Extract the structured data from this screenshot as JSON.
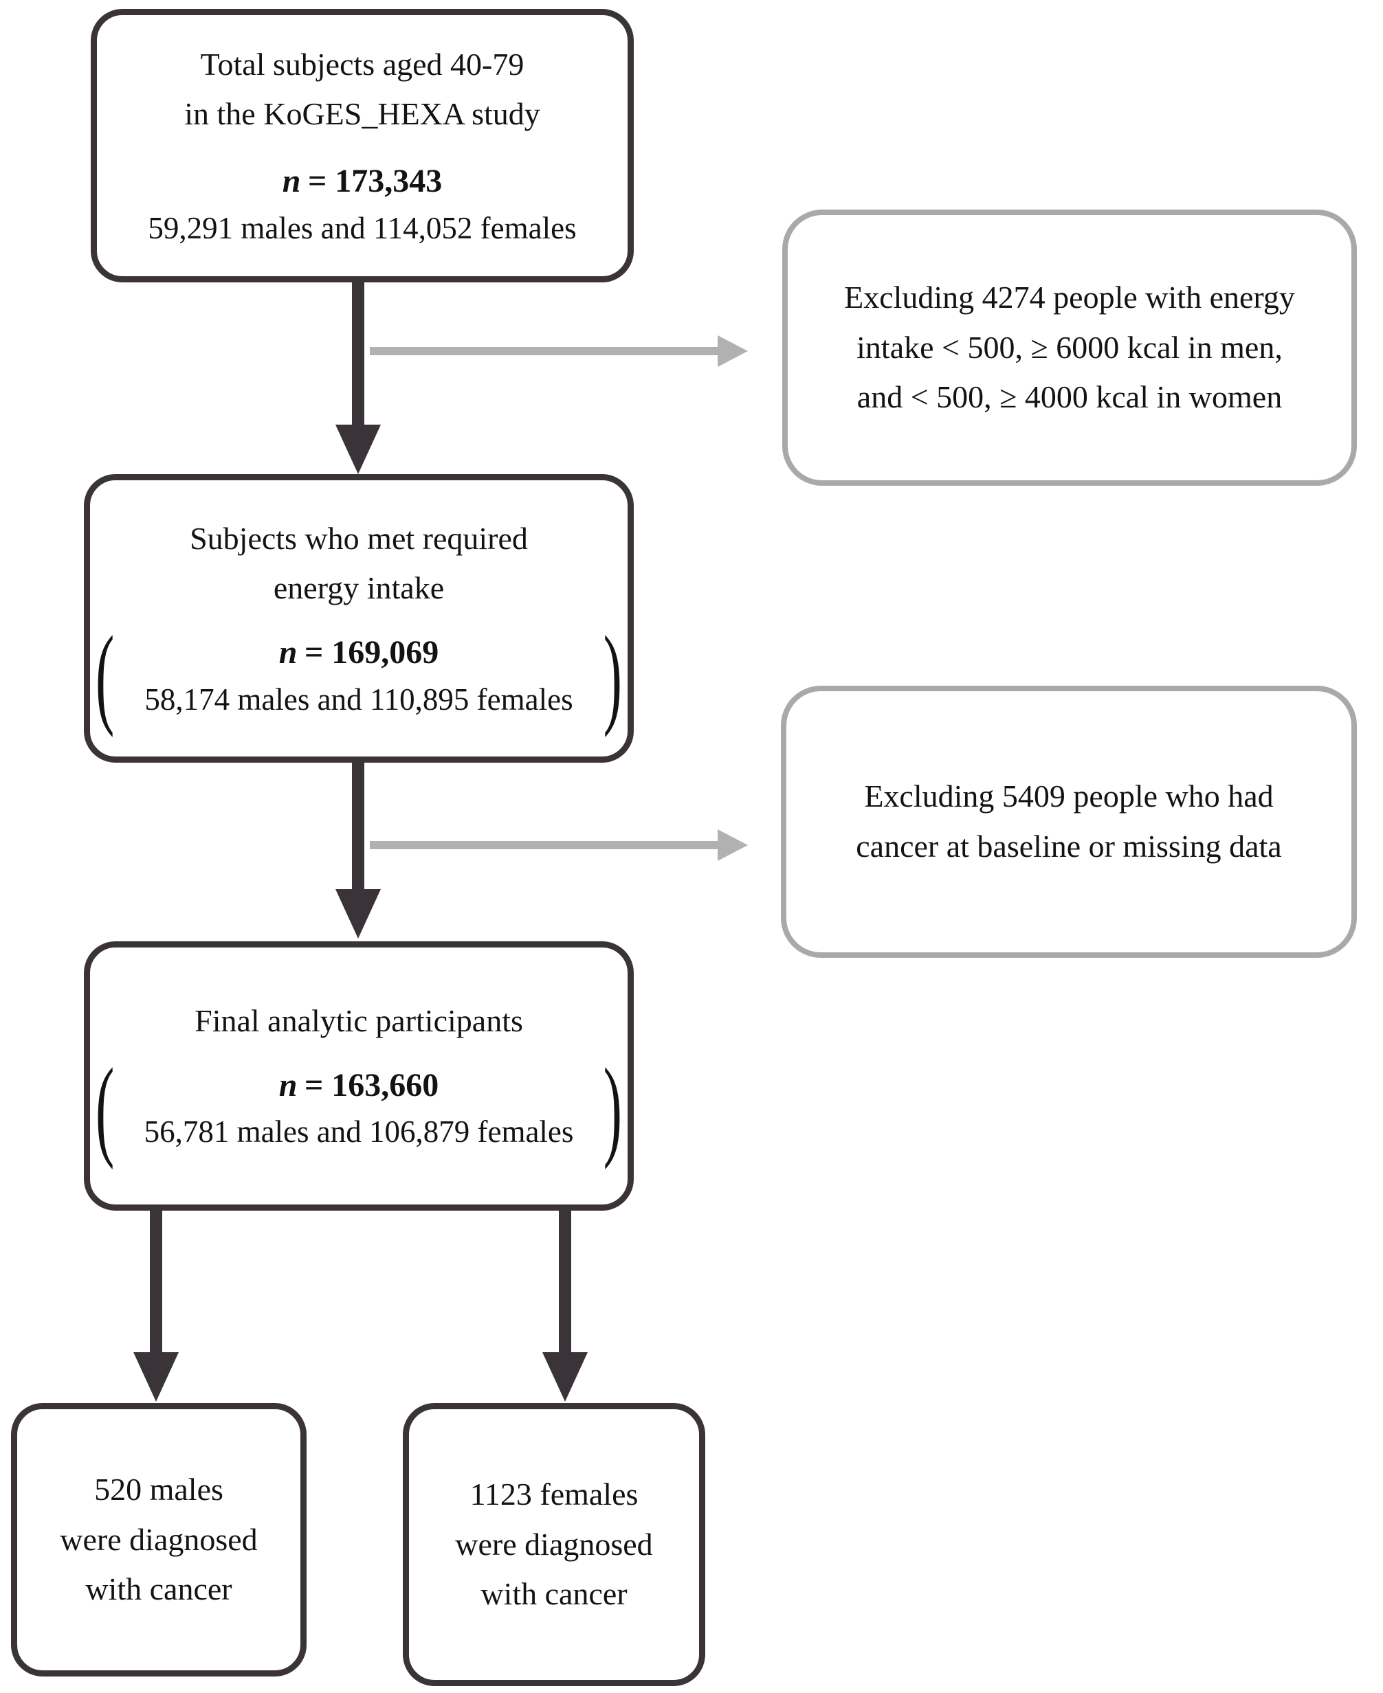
{
  "figure": {
    "type": "study-flow-diagram",
    "colors": {
      "box_border": "#3a3438",
      "arrow": "#3a3438",
      "side_box_border": "#a9a9a9",
      "side_arrow": "#b1b1b1",
      "text": "#151215",
      "background": "#ffffff"
    },
    "boxes": {
      "total": {
        "lines": [
          "Total subjects aged 40-79",
          "in the KoGES_HEXA study"
        ],
        "n_symbol": "n",
        "n_value": "= 173,343",
        "detail": "59,291 males and 114,052 females"
      },
      "energy": {
        "lines": [
          "Subjects who met required",
          "energy intake"
        ],
        "paren_open": "(",
        "paren_close": ")",
        "n_symbol": "n",
        "n_value": "= 169,069",
        "detail": "58,174 males and 110,895 females"
      },
      "final": {
        "lines": [
          "Final analytic participants"
        ],
        "paren_open": "(",
        "paren_close": ")",
        "n_symbol": "n",
        "n_value": "= 163,660",
        "detail": "56,781 males and 106,879 females"
      },
      "males": {
        "lines": [
          "520 males",
          "were diagnosed",
          "with cancer"
        ]
      },
      "females": {
        "lines": [
          "1123 females",
          "were diagnosed",
          "with cancer"
        ]
      },
      "exclusion1": {
        "lines": [
          "Excluding 4274 people with energy",
          "intake < 500, ≥ 6000 kcal in men,",
          "and < 500, ≥ 4000 kcal in women"
        ]
      },
      "exclusion2": {
        "lines": [
          "Excluding 5409 people who had",
          "cancer at baseline or missing data"
        ]
      }
    }
  }
}
